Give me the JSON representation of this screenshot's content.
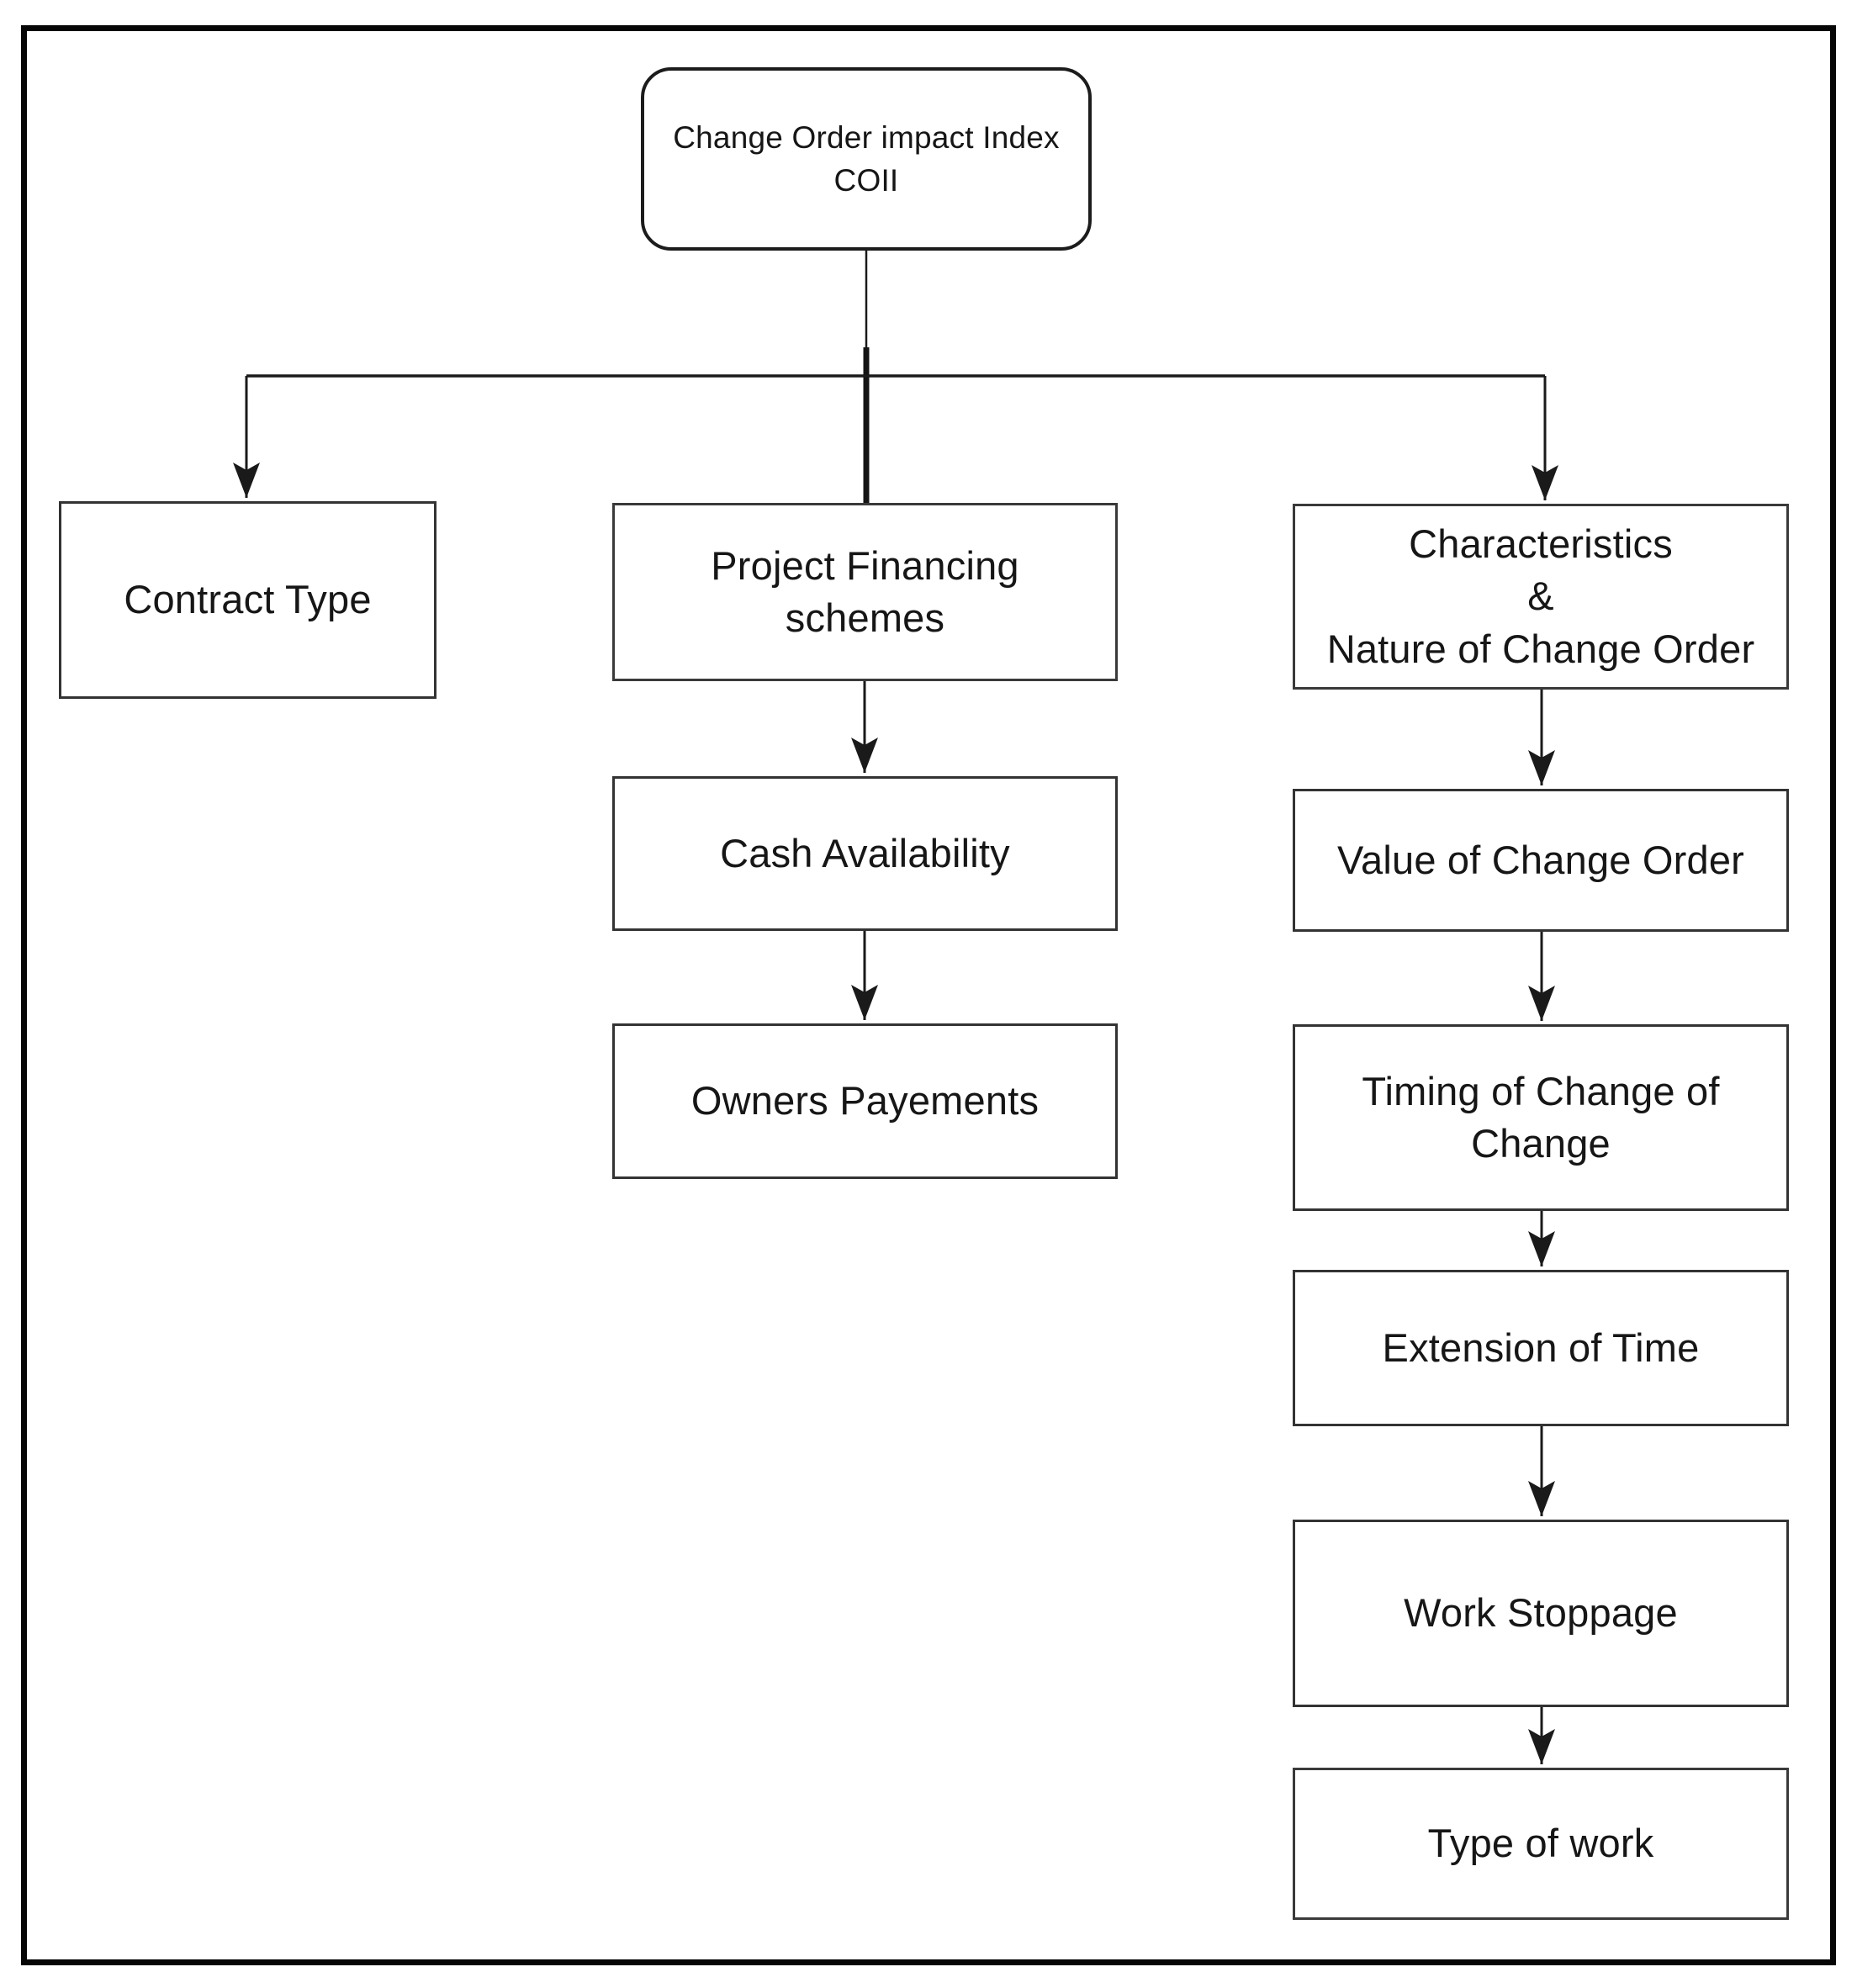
{
  "diagram": {
    "root": {
      "label": "Change Order impact Index\nCOII"
    },
    "branches": {
      "left": [
        {
          "label": "Contract Type"
        }
      ],
      "middle": [
        {
          "label": "Project Financing\nschemes"
        },
        {
          "label": "Cash Availability"
        },
        {
          "label": "Owners Payements"
        }
      ],
      "right": [
        {
          "label": "Characteristics\n&\nNature of Change Order"
        },
        {
          "label": "Value of Change Order"
        },
        {
          "label": "Timing of Change of\nChange"
        },
        {
          "label": "Extension of Time"
        },
        {
          "label": "Work Stoppage"
        },
        {
          "label": "Type of work"
        }
      ]
    },
    "colors": {
      "line": "#1a1a1a",
      "box_border": "#333333",
      "text": "#161616",
      "background": "#ffffff"
    }
  }
}
